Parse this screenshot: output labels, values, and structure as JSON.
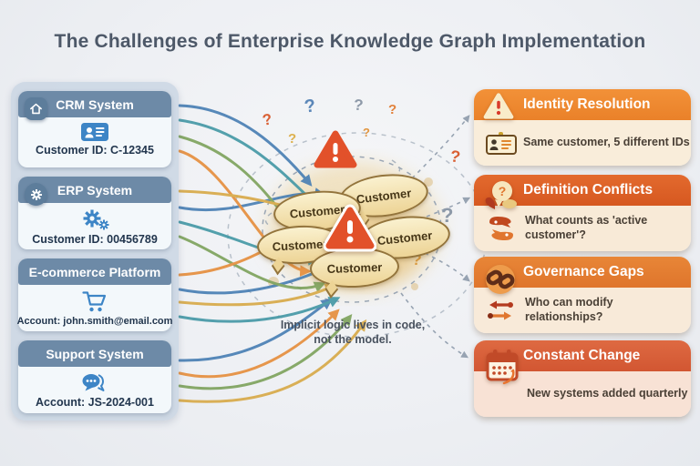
{
  "title": "The Challenges of Enterprise Knowledge Graph Implementation",
  "sources": {
    "items": [
      {
        "name": "CRM System",
        "detail": "Customer ID: C-12345",
        "header_icon": "home-icon",
        "body_icon": "id-card-icon"
      },
      {
        "name": "ERP System",
        "detail": "Customer ID: 00456789",
        "header_icon": "gear-badge-icon",
        "body_icon": "gears-icon"
      },
      {
        "name": "E-commerce Platform",
        "detail": "Account: john.smith@email.com",
        "body_icon": "shopping-cart-icon"
      },
      {
        "name": "Support System",
        "detail": "Account: JS-2024-001",
        "body_icon": "chat-bubbles-icon"
      }
    ]
  },
  "center": {
    "bubble_label": "Customer",
    "bubble_count": 5,
    "caption_line1": "Implicit logic lives in code,",
    "caption_line2": "not the model.",
    "warning_icon": "warning-triangle-icon"
  },
  "glyphs": {
    "question_mark": "?"
  },
  "challenges": {
    "items": [
      {
        "name": "Identity Resolution",
        "detail": "Same customer, 5 different IDs",
        "header_icon": "warning-triangle-icon",
        "body_icon": "id-card-icon",
        "header_color": "#ef8a2f"
      },
      {
        "name": "Definition Conflicts",
        "detail": "What counts as 'active customer'?",
        "header_icon": "question-bubbles-icon",
        "body_icon": "conflict-bubbles-icon",
        "header_color": "#dd5f27"
      },
      {
        "name": "Governance Gaps",
        "detail": "Who can modify relationships?",
        "header_icon": "chain-link-icon",
        "body_icon": "opposing-arrows-icon",
        "header_color": "#e47e33"
      },
      {
        "name": "Constant Change",
        "detail": "New systems added quarterly",
        "header_icon": "calendar-icon",
        "header_color": "#d95f38"
      }
    ]
  },
  "colors": {
    "background": "#edeff3",
    "left_panel": "#c6d4e2",
    "left_header": "#6d8aa7",
    "left_icon_blue": "#3d85c6",
    "bubble_fill": "#f2dda4",
    "bubble_border": "#93743c",
    "warning_red": "#e2512a",
    "arrow_blue": "#4a80b4",
    "arrow_teal": "#4699a6",
    "arrow_green": "#7fa35e",
    "arrow_orange": "#e68f3e",
    "arrow_gold": "#d8aa49",
    "dashed_gray": "#97a3b2"
  }
}
